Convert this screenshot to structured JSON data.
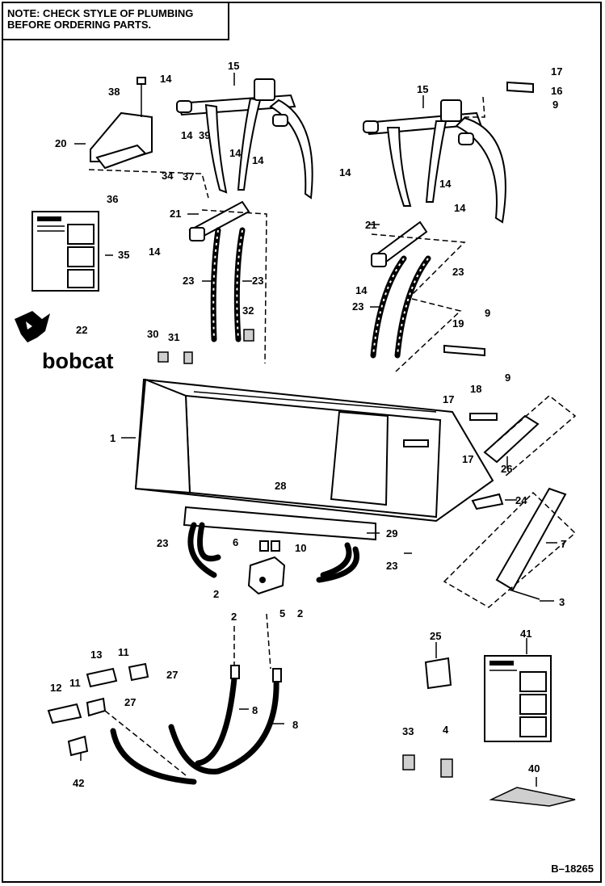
{
  "note": {
    "line1": "NOTE:   CHECK STYLE OF PLUMBING",
    "line2": "BEFORE ORDERING PARTS."
  },
  "reference": "B–18265",
  "logo_text": "bobcat",
  "callouts": {
    "c1": "1",
    "c2a": "2",
    "c2b": "2",
    "c2c": "2",
    "c3": "3",
    "c4": "4",
    "c5": "5",
    "c6": "6",
    "c7": "7",
    "c8a": "8",
    "c8b": "8",
    "c9a": "9",
    "c9b": "9",
    "c9c": "9",
    "c10": "10",
    "c11a": "11",
    "c11b": "11",
    "c12": "12",
    "c13": "13",
    "c14a": "14",
    "c14b": "14",
    "c14c": "14",
    "c14d": "14",
    "c14e": "14",
    "c14f": "14",
    "c14g": "14",
    "c14h": "14",
    "c14i": "14",
    "c15a": "15",
    "c15b": "15",
    "c16": "16",
    "c17a": "17",
    "c17b": "17",
    "c17c": "17",
    "c18": "18",
    "c19": "19",
    "c20": "20",
    "c21a": "21",
    "c21b": "21",
    "c22": "22",
    "c23a": "23",
    "c23b": "23",
    "c23c": "23",
    "c23d": "23",
    "c23e": "23",
    "c23f": "23",
    "c24": "24",
    "c25": "25",
    "c26": "26",
    "c27a": "27",
    "c27b": "27",
    "c28": "28",
    "c29": "29",
    "c30": "30",
    "c31": "31",
    "c32": "32",
    "c33": "33",
    "c34": "34",
    "c35": "35",
    "c36": "36",
    "c37": "37",
    "c38": "38",
    "c39": "39",
    "c40": "40",
    "c41": "41",
    "c42": "42"
  }
}
